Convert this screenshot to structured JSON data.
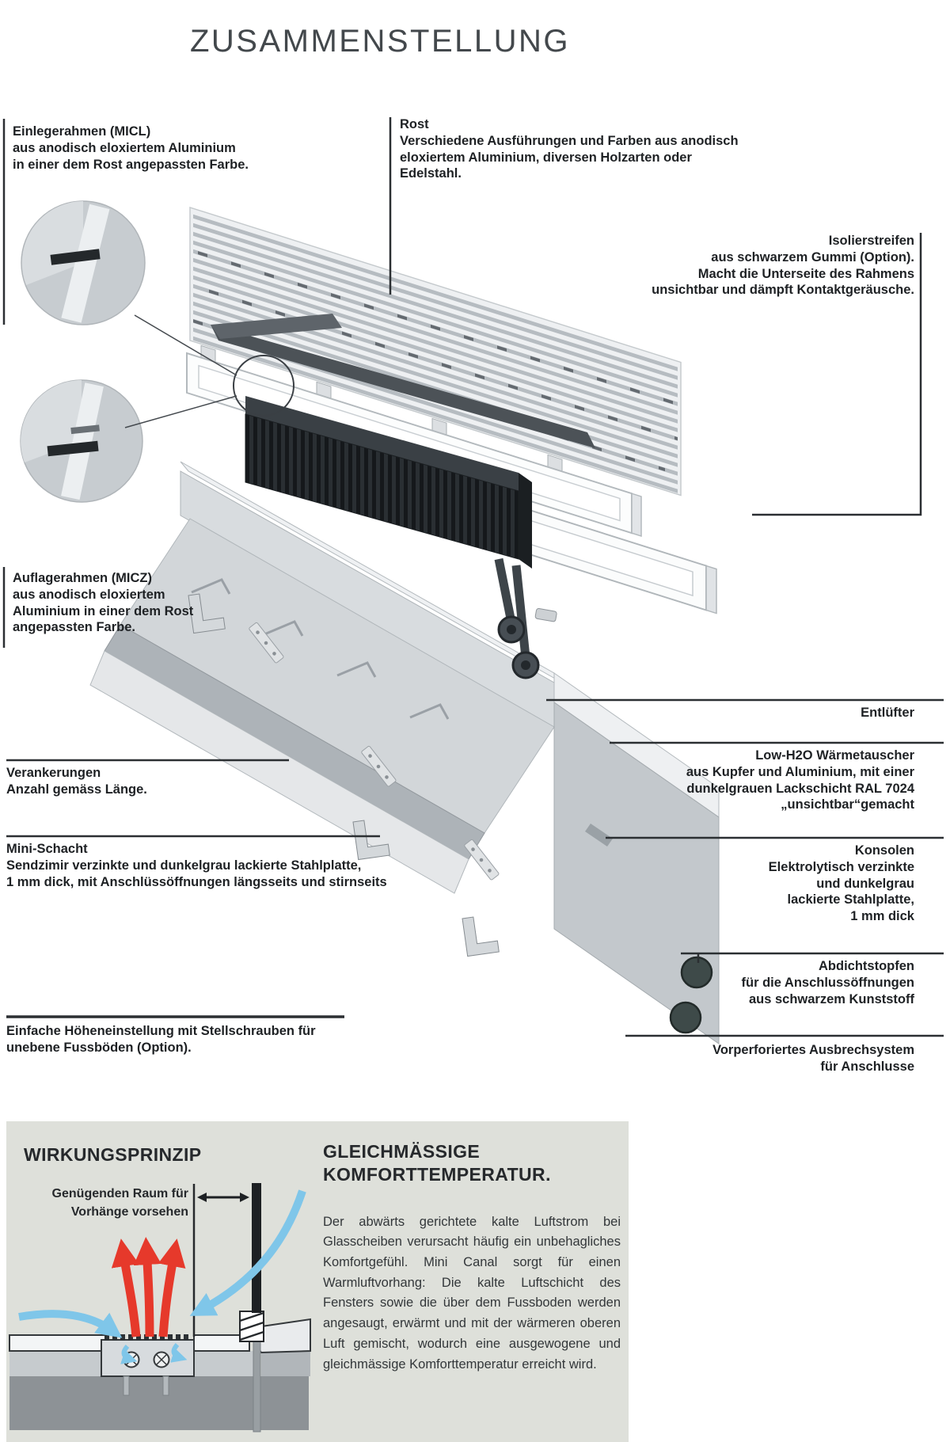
{
  "title": "ZUSAMMENSTELLUNG",
  "labels": {
    "einlegerahmen": {
      "title": "Einlegerahmen (MICL)",
      "body": "aus anodisch eloxiertem Aluminium\nin einer dem Rost angepassten Farbe."
    },
    "rost": {
      "title": "Rost",
      "body": "Verschiedene Ausführungen und Farben aus anodisch\neloxiertem Aluminium, diversen Holzarten oder Edelstahl."
    },
    "isolierstreifen": {
      "title": "Isolierstreifen",
      "body": "aus schwarzem Gummi (Option).\nMacht die Unterseite des Rahmens\nunsichtbar und dämpft Kontaktgeräusche."
    },
    "auflagerahmen": {
      "title": "Auflagerahmen (MICZ)",
      "body": "aus anodisch eloxiertem\nAluminium in einer dem Rost\nangepassten Farbe."
    },
    "entluefter": {
      "title": "Entlüfter",
      "body": ""
    },
    "waermetauscher": {
      "title": "Low-H2O Wärmetauscher",
      "body": "aus Kupfer und Aluminium, mit einer\ndunkelgrauen Lackschicht RAL 7024\n„unsichtbar“gemacht"
    },
    "verankerungen": {
      "title": "Verankerungen",
      "body": "Anzahl gemäss Länge."
    },
    "minischacht": {
      "title": "Mini-Schacht",
      "body": "Sendzimir verzinkte und dunkelgrau lackierte Stahlplatte,\n1 mm dick, mit Anschlüssöffnungen längsseits und stirnseits"
    },
    "konsolen": {
      "title": "Konsolen",
      "body": "Elektrolytisch verzinkte\nund dunkelgrau\nlackierte Stahlplatte,\n1 mm dick"
    },
    "abdichtstopfen": {
      "title": "Abdichtstopfen",
      "body": "für die Anschlussöffnungen\naus schwarzem Kunststoff"
    },
    "ausbrechsystem": {
      "title": "Vorperforiertes Ausbrechsystem",
      "body": "für Anschlusse"
    },
    "hoeheneinstellung": {
      "body": "Einfache Höheneinstellung mit Stellschrauben für\nunebene Fussböden (Option)."
    }
  },
  "principle": {
    "heading": "WIRKUNGSPRINZIP",
    "diagram_note": "Genügenden Raum für\nVorhänge vorsehen"
  },
  "comfort": {
    "heading": "GLEICHMÄSSIGE\nKOMFORTTEMPERATUR.",
    "paragraph": "Der abwärts gerichtete kalte Luftstrom bei Glasscheiben verursacht häufig ein unbehagliches Komfortgefühl. Mini Canal sorgt für einen Warmluftvorhang: Die kalte Luftschicht des Fensters sowie die über dem Fussboden werden angesaugt, erwärmt und mit der wärmeren oberen Luft gemischt, wodurch eine ausgewogene und gleichmässige Komforttemperatur erreicht wird."
  },
  "colors": {
    "red_arrow": "#e6392b",
    "blue_arrow": "#7fc6e9",
    "panel_bg": "#dee0da",
    "label_text": "#1e2124",
    "dark_block": "#25292d"
  }
}
